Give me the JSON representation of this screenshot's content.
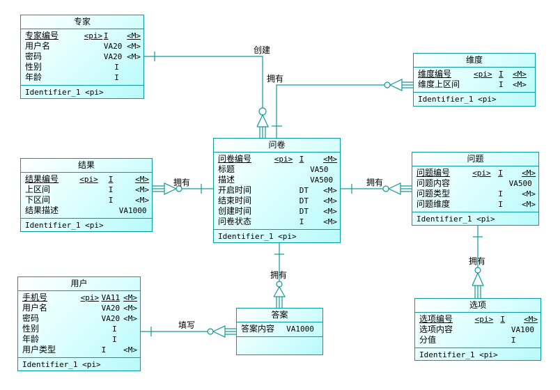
{
  "diagram": {
    "type": "Conceptual Data Model (ER)",
    "line_color": "#0e9a9a",
    "entities": {
      "expert": {
        "title": "专家",
        "attributes": [
          {
            "name": "专家编号",
            "pi": "<pi>",
            "type": "I",
            "mandatory": "<M>",
            "primary": true
          },
          {
            "name": "用户名",
            "pi": "",
            "type": "VA20",
            "mandatory": "<M>",
            "primary": false
          },
          {
            "name": "密码",
            "pi": "",
            "type": "VA20",
            "mandatory": "<M>",
            "primary": false
          },
          {
            "name": "性别",
            "pi": "",
            "type": "I",
            "mandatory": "",
            "primary": false
          },
          {
            "name": "年龄",
            "pi": "",
            "type": "I",
            "mandatory": "",
            "primary": false
          }
        ],
        "identifier": "Identifier_1  <pi>"
      },
      "dimension": {
        "title": "维度",
        "attributes": [
          {
            "name": "维度编号",
            "pi": "<pi>",
            "type": "I",
            "mandatory": "<M>",
            "primary": true
          },
          {
            "name": "维度上区间",
            "pi": "",
            "type": "I",
            "mandatory": "<M>",
            "primary": false
          }
        ],
        "identifier": "Identifier_1  <pi>"
      },
      "questionnaire": {
        "title": "问卷",
        "attributes": [
          {
            "name": "问卷编号",
            "pi": "<pi>",
            "type": "I",
            "mandatory": "<M>",
            "primary": true
          },
          {
            "name": "标题",
            "pi": "",
            "type": "VA50",
            "mandatory": "",
            "primary": false
          },
          {
            "name": "描述",
            "pi": "",
            "type": "VA500",
            "mandatory": "",
            "primary": false
          },
          {
            "name": "开启时间",
            "pi": "",
            "type": "DT",
            "mandatory": "<M>",
            "primary": false
          },
          {
            "name": "结束时间",
            "pi": "",
            "type": "DT",
            "mandatory": "<M>",
            "primary": false
          },
          {
            "name": "创建时间",
            "pi": "",
            "type": "DT",
            "mandatory": "<M>",
            "primary": false
          },
          {
            "name": "问卷状态",
            "pi": "",
            "type": "I",
            "mandatory": "<M>",
            "primary": false
          }
        ],
        "identifier": "Identifier_1  <pi>"
      },
      "result": {
        "title": "结果",
        "attributes": [
          {
            "name": "结果编号",
            "pi": "<pi>",
            "type": "I",
            "mandatory": "<M>",
            "primary": true
          },
          {
            "name": "上区间",
            "pi": "",
            "type": "I",
            "mandatory": "<M>",
            "primary": false
          },
          {
            "name": "下区间",
            "pi": "",
            "type": "I",
            "mandatory": "<M>",
            "primary": false
          },
          {
            "name": "结果描述",
            "pi": "",
            "type": "VA1000",
            "mandatory": "",
            "primary": false
          }
        ],
        "identifier": "Identifier_1  <pi>"
      },
      "question": {
        "title": "问题",
        "attributes": [
          {
            "name": "问题编号",
            "pi": "<pi>",
            "type": "I",
            "mandatory": "<M>",
            "primary": true
          },
          {
            "name": "问题内容",
            "pi": "",
            "type": "VA500",
            "mandatory": "",
            "primary": false
          },
          {
            "name": "问题类型",
            "pi": "",
            "type": "I",
            "mandatory": "<M>",
            "primary": false
          },
          {
            "name": "问题维度",
            "pi": "",
            "type": "I",
            "mandatory": "<M>",
            "primary": false
          }
        ],
        "identifier": "Identifier_1  <pi>"
      },
      "user": {
        "title": "用户",
        "attributes": [
          {
            "name": "手机号",
            "pi": "<pi>",
            "type": "VA11",
            "mandatory": "<M>",
            "primary": true
          },
          {
            "name": "用户名",
            "pi": "",
            "type": "VA20",
            "mandatory": "<M>",
            "primary": false
          },
          {
            "name": "密码",
            "pi": "",
            "type": "VA20",
            "mandatory": "<M>",
            "primary": false
          },
          {
            "name": "性别",
            "pi": "",
            "type": "I",
            "mandatory": "",
            "primary": false
          },
          {
            "name": "年龄",
            "pi": "",
            "type": "I",
            "mandatory": "",
            "primary": false
          },
          {
            "name": "用户类型",
            "pi": "",
            "type": "I",
            "mandatory": "<M>",
            "primary": false
          }
        ],
        "identifier": "Identifier_1  <pi>"
      },
      "answer": {
        "title": "答案",
        "attributes": [
          {
            "name": "答案内容",
            "pi": "",
            "type": "VA1000",
            "mandatory": "",
            "primary": false
          }
        ],
        "identifier": ""
      },
      "option": {
        "title": "选项",
        "attributes": [
          {
            "name": "选项编号",
            "pi": "<pi>",
            "type": "I",
            "mandatory": "<M>",
            "primary": true
          },
          {
            "name": "选项内容",
            "pi": "",
            "type": "VA100",
            "mandatory": "",
            "primary": false
          },
          {
            "name": "分值",
            "pi": "",
            "type": "I",
            "mandatory": "",
            "primary": false
          }
        ],
        "identifier": "Identifier_1  <pi>"
      }
    },
    "relationships": [
      {
        "label": "创建",
        "one": "专家",
        "many": "问卷"
      },
      {
        "label": "拥有",
        "one": "问卷",
        "many": "维度"
      },
      {
        "label": "拥有",
        "one": "问卷",
        "many": "结果"
      },
      {
        "label": "拥有",
        "one": "问卷",
        "many": "问题"
      },
      {
        "label": "拥有",
        "one": "问卷",
        "many": "答案"
      },
      {
        "label": "填写",
        "one": "用户",
        "many": "答案"
      },
      {
        "label": "拥有",
        "one": "问题",
        "many": "选项"
      }
    ]
  }
}
